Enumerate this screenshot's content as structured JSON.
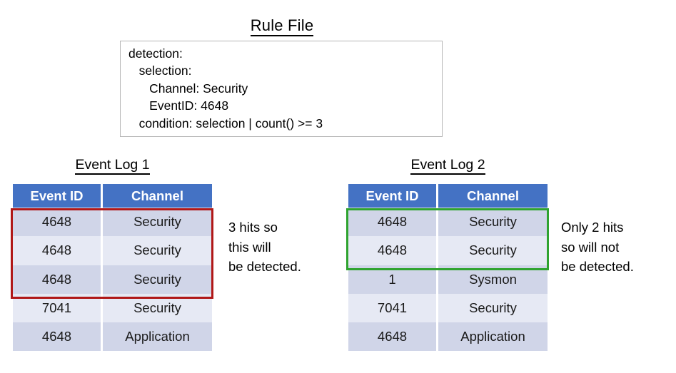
{
  "rule_section": {
    "title": "Rule File",
    "code": "detection:\n   selection:\n      Channel: Security\n      EventID: 4648\n   condition: selection | count() >= 3",
    "code_lines": [
      "detection:",
      "   selection:",
      "      Channel: Security",
      "      EventID: 4648",
      "   condition: selection | count() >= 3"
    ]
  },
  "colors": {
    "header_blue": "#4472C4",
    "row_dark": "#D0D5E8",
    "row_light": "#E6E9F4",
    "highlight_red": "#B01818",
    "highlight_green": "#2FA32F",
    "box_border": "#B6B6B6"
  },
  "logs": [
    {
      "title": "Event Log 1",
      "columns": [
        "Event ID",
        "Channel"
      ],
      "rows": [
        {
          "event_id": "4648",
          "channel": "Security"
        },
        {
          "event_id": "4648",
          "channel": "Security"
        },
        {
          "event_id": "4648",
          "channel": "Security"
        },
        {
          "event_id": "7041",
          "channel": "Security"
        },
        {
          "event_id": "4648",
          "channel": "Application"
        }
      ],
      "highlight": {
        "color": "#B01818",
        "rows": [
          0,
          1,
          2
        ]
      },
      "annotation": "3 hits so\nthis will\nbe detected."
    },
    {
      "title": "Event Log 2",
      "columns": [
        "Event ID",
        "Channel"
      ],
      "rows": [
        {
          "event_id": "4648",
          "channel": "Security"
        },
        {
          "event_id": "4648",
          "channel": "Security"
        },
        {
          "event_id": "1",
          "channel": "Sysmon"
        },
        {
          "event_id": "7041",
          "channel": "Security"
        },
        {
          "event_id": "4648",
          "channel": "Application"
        }
      ],
      "highlight": {
        "color": "#2FA32F",
        "rows": [
          0,
          1
        ]
      },
      "annotation": "Only 2 hits\nso will not\nbe detected."
    }
  ]
}
